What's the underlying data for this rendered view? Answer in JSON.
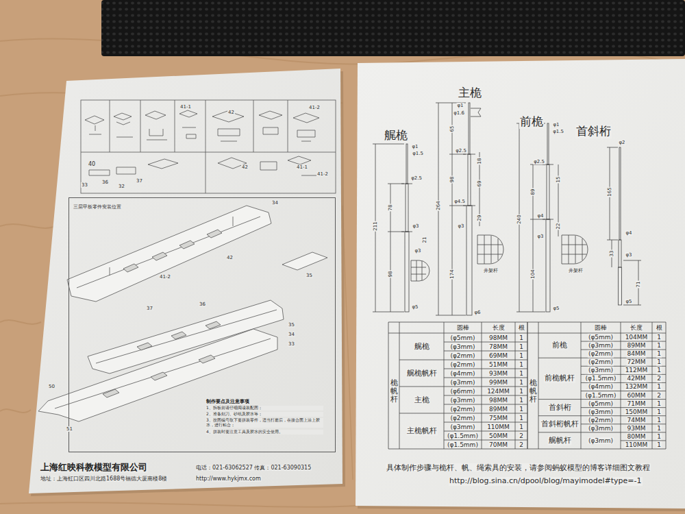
{
  "diagram": {
    "nodes": [
      {
        "text": [
          "三层甲板零件安装位置"
        ]
      }
    ],
    "labels": [
      "40",
      "41-1",
      "42",
      "41-2",
      "42",
      "41-1",
      "41-2",
      "33",
      "36",
      "32",
      "37",
      "34",
      "41-2",
      "42",
      "35",
      "36",
      "37",
      "35",
      "34",
      "33",
      "50",
      "51",
      "制作要点及注意事项",
      "1、拆板前请仔细阅读装配图；",
      "2、准备刻刀、砂纸及胶水等；",
      "3、按图编号取下要拼装零件，适当打磨后，在接合面上涂上胶水，进行粘合；",
      "4、拼装时要注意工具及胶水的安全使用。",
      "上海红映科教模型有限公司",
      "电话：021-63062527  传真：021-63090315",
      "地址：上海虹口区四川北路1688号福德大厦南楼8楼",
      "http://www.hykjmx.com",
      "主桅",
      "前桅",
      "艉桅",
      "首斜桁",
      "φ1",
      "φ1.5",
      "φ2.5",
      "78",
      "211",
      "φ3",
      "21",
      "φ3",
      "98",
      "φ5",
      "φ1",
      "φ1.6",
      "65",
      "φ2.5",
      "18",
      "69",
      "98",
      "φ4.5",
      "29",
      "φ3",
      "264",
      "174",
      "井架杆",
      "φ6",
      "φ1",
      "φ1.5",
      "φ2.5",
      "15",
      "89",
      "240",
      "φ4",
      "22",
      "φ3",
      "104",
      "井架杆",
      "φ5",
      "φ2",
      "165",
      "φ4",
      "33",
      "φ3",
      "71",
      "φ5",
      "圆棒",
      "长度",
      "根",
      "桅帆杆",
      "艉桅",
      "(φ5mm)",
      "98MM",
      "1",
      "(φ3mm)",
      "78MM",
      "1",
      "(φ2mm)",
      "69MM",
      "1",
      "艉桅帆杆",
      "(φ2mm)",
      "51MM",
      "1",
      "(φ4mm)",
      "93MM",
      "1",
      "(φ3mm)",
      "99MM",
      "1",
      "主桅",
      "(φ6mm)",
      "124MM",
      "1",
      "(φ3mm)",
      "98MM",
      "1",
      "(φ2mm)",
      "89MM",
      "1",
      "主桅帆杆",
      "(φ2mm)",
      "75MM",
      "1",
      "(φ3mm)",
      "110MM",
      "1",
      "(φ1.5mm)",
      "50MM",
      "2",
      "(φ1.5mm)",
      "70MM",
      "2",
      "圆棒",
      "长度",
      "根",
      "桅帆杆",
      "前桅",
      "(φ5mm)",
      "104MM",
      "1",
      "(φ3mm)",
      "89MM",
      "1",
      "(φ2mm)",
      "84MM",
      "1",
      "前桅帆杆",
      "(φ2mm)",
      "72MM",
      "1",
      "(φ3mm)",
      "112MM",
      "1",
      "(φ1.5mm)",
      "42MM",
      "2",
      "(φ4mm)",
      "132MM",
      "1",
      "(φ1.5mm)",
      "60MM",
      "2",
      "首斜桁",
      "(φ5mm)",
      "71MM",
      "1",
      "(φ3mm)",
      "150MM",
      "1",
      "首斜桁帆杆",
      "(φ2mm)",
      "74MM",
      "1",
      "(φ3mm)",
      "93MM",
      "1",
      "艉帆杆",
      "(φ3mm)",
      "80MM",
      "1",
      "110MM",
      "1",
      "具体制作步骤与桅杆、帆、绳索具的安装，请参阅蚂蚁模型的博客详细图文教程",
      "http://blog.sina.cn/dpool/blog/mayimodel#type=-1"
    ]
  }
}
